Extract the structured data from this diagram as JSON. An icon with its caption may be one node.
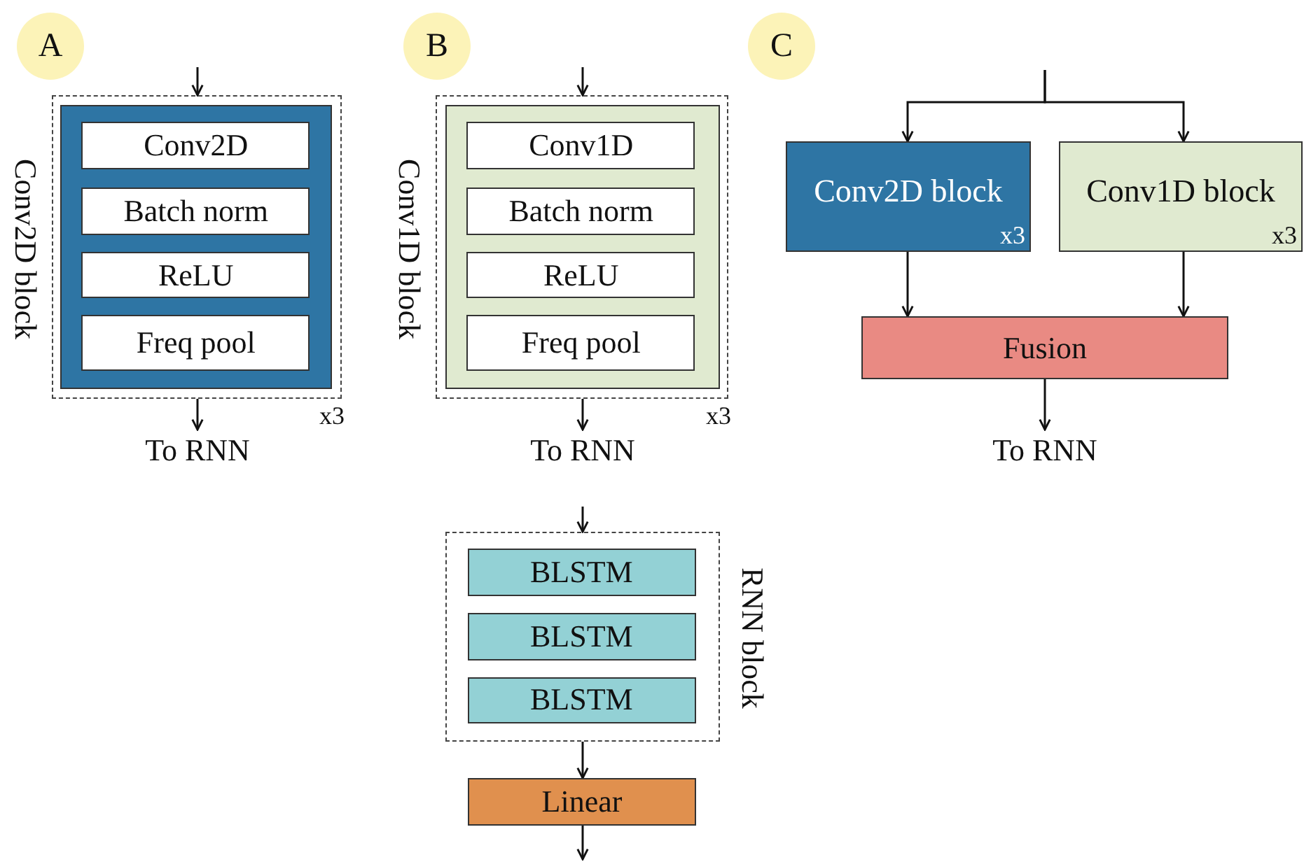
{
  "diagram": {
    "nodes": [
      {
        "text": [
          "A"
        ]
      },
      {
        "text": [
          "Conv2D block"
        ],
        "beside": [
          "x3"
        ]
      },
      {
        "text": [],
        "shape": "box",
        "in": 1
      },
      {
        "text": [
          "Conv2D"
        ],
        "in": 2
      },
      {
        "text": [
          "Batch norm"
        ],
        "in": 2
      },
      {
        "text": [
          "ReLU"
        ],
        "in": 2
      },
      {
        "text": [
          "Freq pool"
        ],
        "in": 2
      },
      {
        "text": [
          "To RNN"
        ]
      },
      {
        "text": [
          "B"
        ]
      },
      {
        "text": [
          "Conv1D block"
        ],
        "beside": [
          "x3"
        ]
      },
      {
        "text": [],
        "shape": "box",
        "in": 9
      },
      {
        "text": [
          "Conv1D"
        ],
        "in": 10
      },
      {
        "text": [
          "Batch norm"
        ],
        "in": 10
      },
      {
        "text": [
          "ReLU"
        ],
        "in": 10
      },
      {
        "text": [
          "Freq pool"
        ],
        "in": 10
      },
      {
        "text": [
          "To RNN"
        ]
      },
      {
        "text": [
          "C"
        ]
      },
      {
        "text": [
          "Conv2D block",
          "x3"
        ]
      },
      {
        "text": [
          "Conv1D block",
          "x3"
        ]
      },
      {
        "text": [
          "Fusion"
        ]
      },
      {
        "text": [
          "To RNN"
        ]
      },
      {
        "text": [
          "RNN block"
        ]
      },
      {
        "text": [
          "BLSTM"
        ],
        "in": 21
      },
      {
        "text": [
          "BLSTM"
        ],
        "in": 21
      },
      {
        "text": [
          "BLSTM"
        ],
        "in": 21
      },
      {
        "text": [
          "Linear"
        ]
      }
    ],
    "edges": [
      {
        "from": null,
        "to": 1,
        "arrow": "to"
      },
      {
        "from": 1,
        "to": 7,
        "arrow": "to"
      },
      {
        "from": null,
        "to": 9,
        "arrow": "to"
      },
      {
        "from": 9,
        "to": 15,
        "arrow": "to"
      },
      {
        "from": null,
        "to": 17,
        "arrow": "to"
      },
      {
        "from": null,
        "to": 18,
        "arrow": "to"
      },
      {
        "from": 17,
        "to": 19,
        "arrow": "to"
      },
      {
        "from": 18,
        "to": 19,
        "arrow": "to"
      },
      {
        "from": 19,
        "to": 20,
        "arrow": "to"
      },
      {
        "from": null,
        "to": 21,
        "arrow": "to"
      },
      {
        "from": 21,
        "to": 25,
        "arrow": "to"
      },
      {
        "from": 25,
        "to": null,
        "arrow": "to"
      }
    ]
  }
}
